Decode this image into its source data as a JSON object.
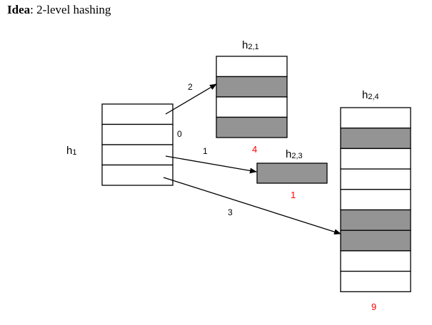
{
  "header": {
    "bold": "Idea",
    "rest": ": 2-level hashing"
  },
  "colors": {
    "filled": "#949494",
    "empty": "#ffffff",
    "stroke": "#000000",
    "count": "#ff0000"
  },
  "h1": {
    "main": "h",
    "sub": "1",
    "rows": 4
  },
  "buckets": [
    {
      "id": "h21",
      "main": "h",
      "sub": "2,1",
      "count": "4",
      "filled": [
        false,
        true,
        false,
        true
      ]
    },
    {
      "id": "h23",
      "main": "h",
      "sub": "2,3",
      "count": "1",
      "filled": [
        true
      ]
    },
    {
      "id": "h24",
      "main": "h",
      "sub": "2,4",
      "count": "9",
      "filled": [
        false,
        true,
        false,
        false,
        false,
        true,
        true,
        false,
        false
      ]
    }
  ],
  "arrows": [
    {
      "label": "2"
    },
    {
      "label": "0"
    },
    {
      "label": "1"
    },
    {
      "label": "3"
    }
  ]
}
